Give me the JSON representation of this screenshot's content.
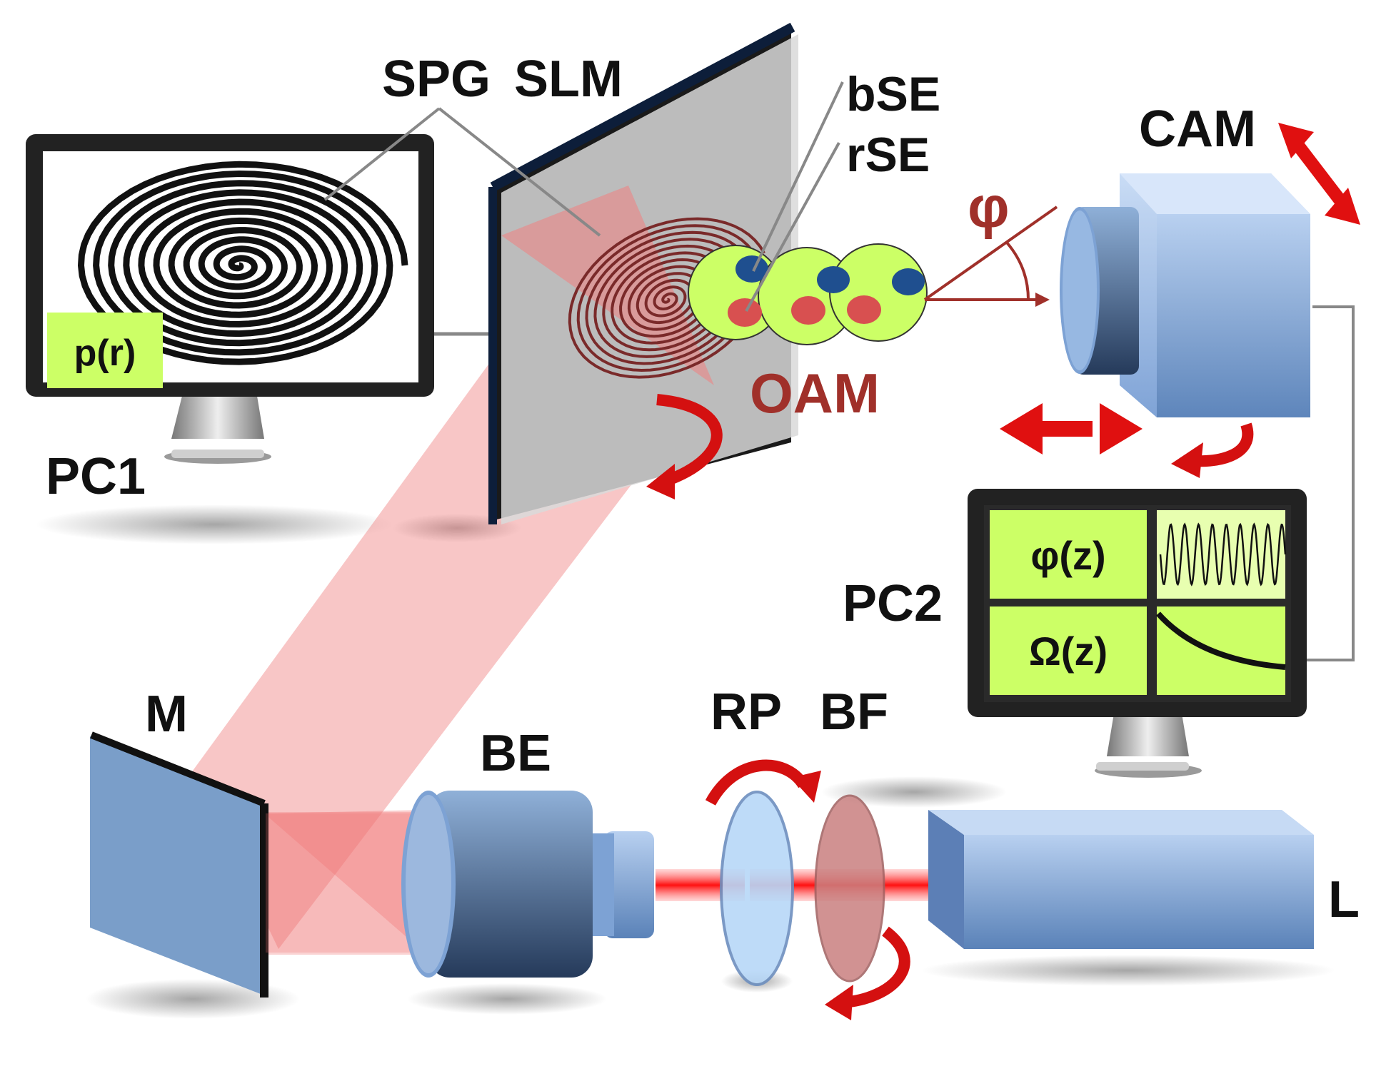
{
  "labels": {
    "spg": "SPG",
    "slm": "SLM",
    "bse": "bSE",
    "rse": "rSE",
    "cam": "CAM",
    "phi": "φ",
    "oam": "OAM",
    "pc1": "PC1",
    "pr": "p(r)",
    "pc2": "PC2",
    "phi_z": "φ(z)",
    "omega_z": "Ω(z)",
    "m": "M",
    "be": "BE",
    "rp": "RP",
    "bf": "BF",
    "l": "L"
  },
  "colors": {
    "beam": "#f08080",
    "laser_core": "#ff2020",
    "arrow_red": "#e01010",
    "oam_red": "#a0302a",
    "screen_green": "#ccff66",
    "dot_blue": "#1f4f8f",
    "dot_red": "#d85050",
    "device_blue": "#8fb4e3"
  }
}
